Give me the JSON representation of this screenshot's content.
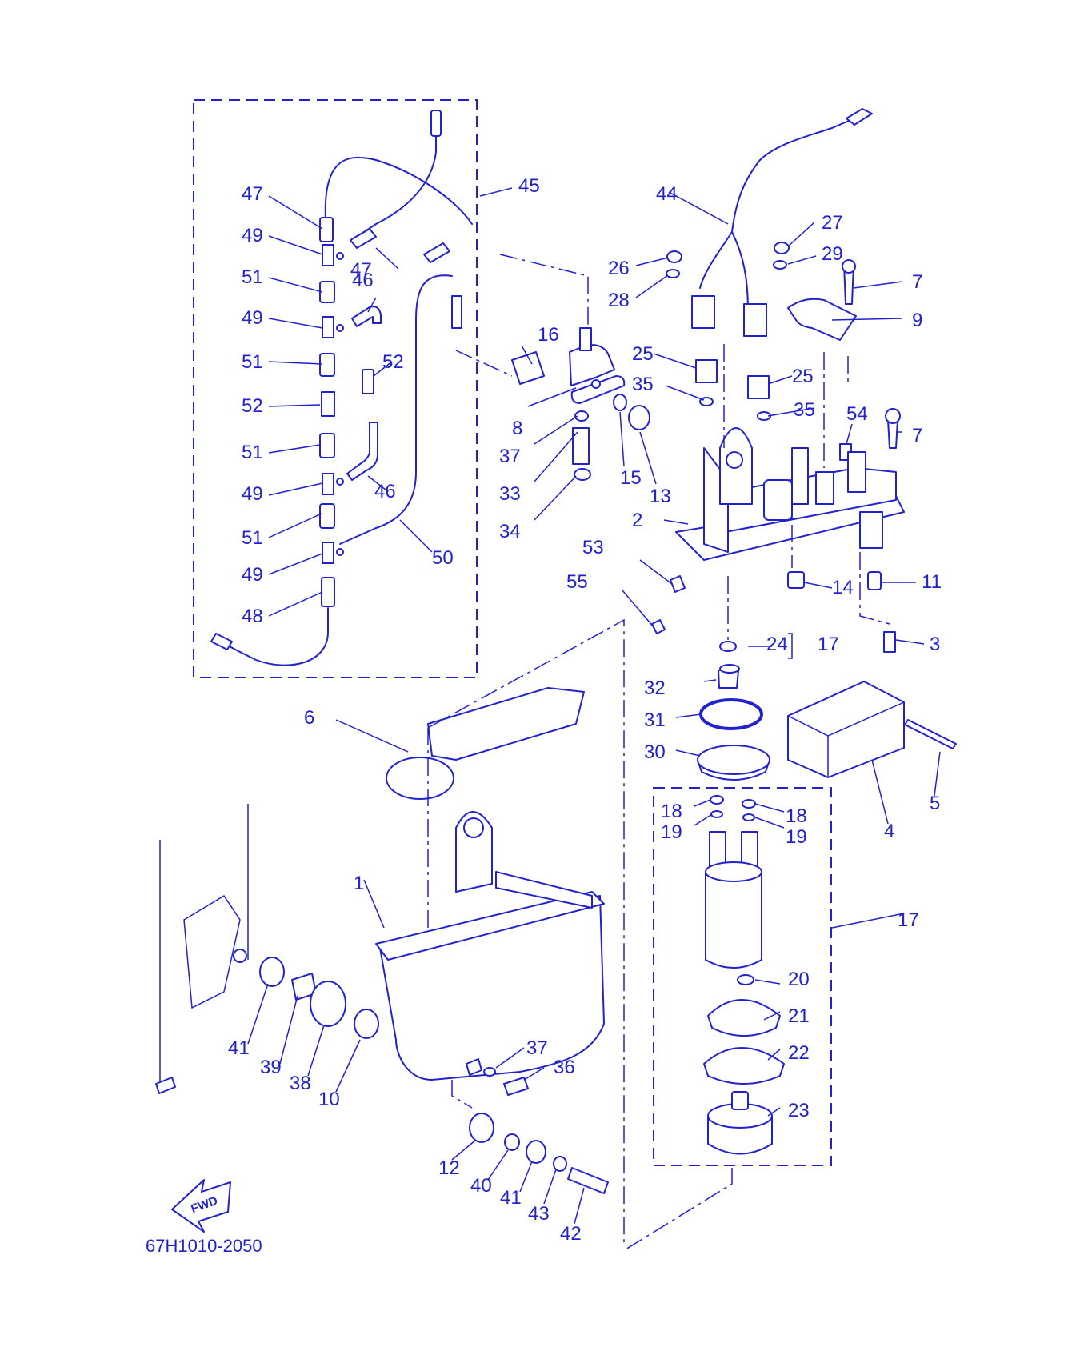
{
  "drawing_code": "67H1010-2050",
  "fwd_label": "FWD",
  "colors": {
    "ink": "#2222cc",
    "background": "#ffffff"
  },
  "callouts": [
    "1",
    "2",
    "3",
    "4",
    "5",
    "6",
    "7",
    "8",
    "9",
    "10",
    "11",
    "12",
    "13",
    "14",
    "15",
    "16",
    "17",
    "18",
    "19",
    "20",
    "21",
    "22",
    "23",
    "24",
    "25",
    "26",
    "27",
    "28",
    "29",
    "30",
    "31",
    "32",
    "33",
    "34",
    "35",
    "36",
    "37",
    "38",
    "39",
    "40",
    "41",
    "42",
    "43",
    "44",
    "45",
    "46",
    "47",
    "48",
    "49",
    "50",
    "51",
    "52",
    "53",
    "54",
    "55"
  ]
}
